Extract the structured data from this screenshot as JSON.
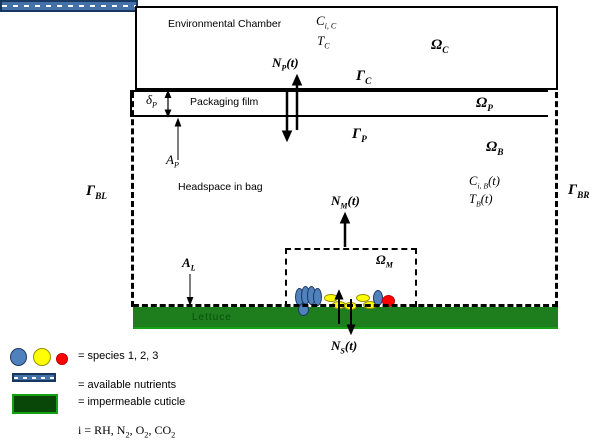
{
  "figure": {
    "chamber_label": "Environmental Chamber",
    "film_label": "Packaging film",
    "headspace_label": "Headspace in bag",
    "lettuce_label": "Lettuce"
  },
  "math": {
    "c_ic": {
      "base": "C",
      "sub": "i, C",
      "suffix": ""
    },
    "t_c": {
      "base": "T",
      "sub": "C",
      "suffix": ""
    },
    "omega_c": {
      "base": "Ω",
      "sub": "C",
      "suffix": ""
    },
    "n_p": {
      "base": "N",
      "sub": "P",
      "suffix": "(t)"
    },
    "gamma_c": {
      "base": "Γ",
      "sub": "C",
      "suffix": ""
    },
    "delta_p": {
      "base": "δ",
      "sub": "P",
      "suffix": ""
    },
    "omega_p": {
      "base": "Ω",
      "sub": "P",
      "suffix": ""
    },
    "a_p": {
      "base": "A",
      "sub": "P",
      "suffix": ""
    },
    "gamma_p": {
      "base": "Γ",
      "sub": "P",
      "suffix": ""
    },
    "omega_b": {
      "base": "Ω",
      "sub": "B",
      "suffix": ""
    },
    "gamma_bl": {
      "base": "Γ",
      "sub": "BL",
      "suffix": ""
    },
    "gamma_br": {
      "base": "Γ",
      "sub": "BR",
      "suffix": ""
    },
    "c_ib": {
      "base": "C",
      "sub": "i, B",
      "suffix": "(t)"
    },
    "t_b": {
      "base": "T",
      "sub": "B",
      "suffix": "(t)"
    },
    "n_m": {
      "base": "N",
      "sub": "M",
      "suffix": "(t)"
    },
    "omega_m": {
      "base": "Ω",
      "sub": "M",
      "suffix": ""
    },
    "a_l": {
      "base": "A",
      "sub": "L",
      "suffix": ""
    },
    "n_s": {
      "base": "N",
      "sub": "S",
      "suffix": "(t)"
    }
  },
  "legend": {
    "species_label": "= species 1, 2, 3",
    "nutrients_label": "= available nutrients",
    "cuticle_label": "= impermeable cuticle",
    "subscript_line": {
      "p1": "i = RH, N",
      "s1": "2",
      "p2": ", O",
      "s2": "2",
      "p3": ", CO",
      "s3": "2"
    }
  },
  "colors": {
    "species1_blue": "#4f81bd",
    "species1_border": "#1f3864",
    "species2_yellow": "#ffff00",
    "species2_border": "#989200",
    "species3_red": "#ff0000",
    "species3_border": "#c00000",
    "nutrient_bar_fill": "#4472a8",
    "nutrient_bar_border": "#17375e",
    "lettuce_fill": "#1e7e1e",
    "lettuce_text": "#0b4f0b",
    "cuticle_fill": "#094709",
    "cuticle_border": "#15a015",
    "line": "#000000"
  }
}
